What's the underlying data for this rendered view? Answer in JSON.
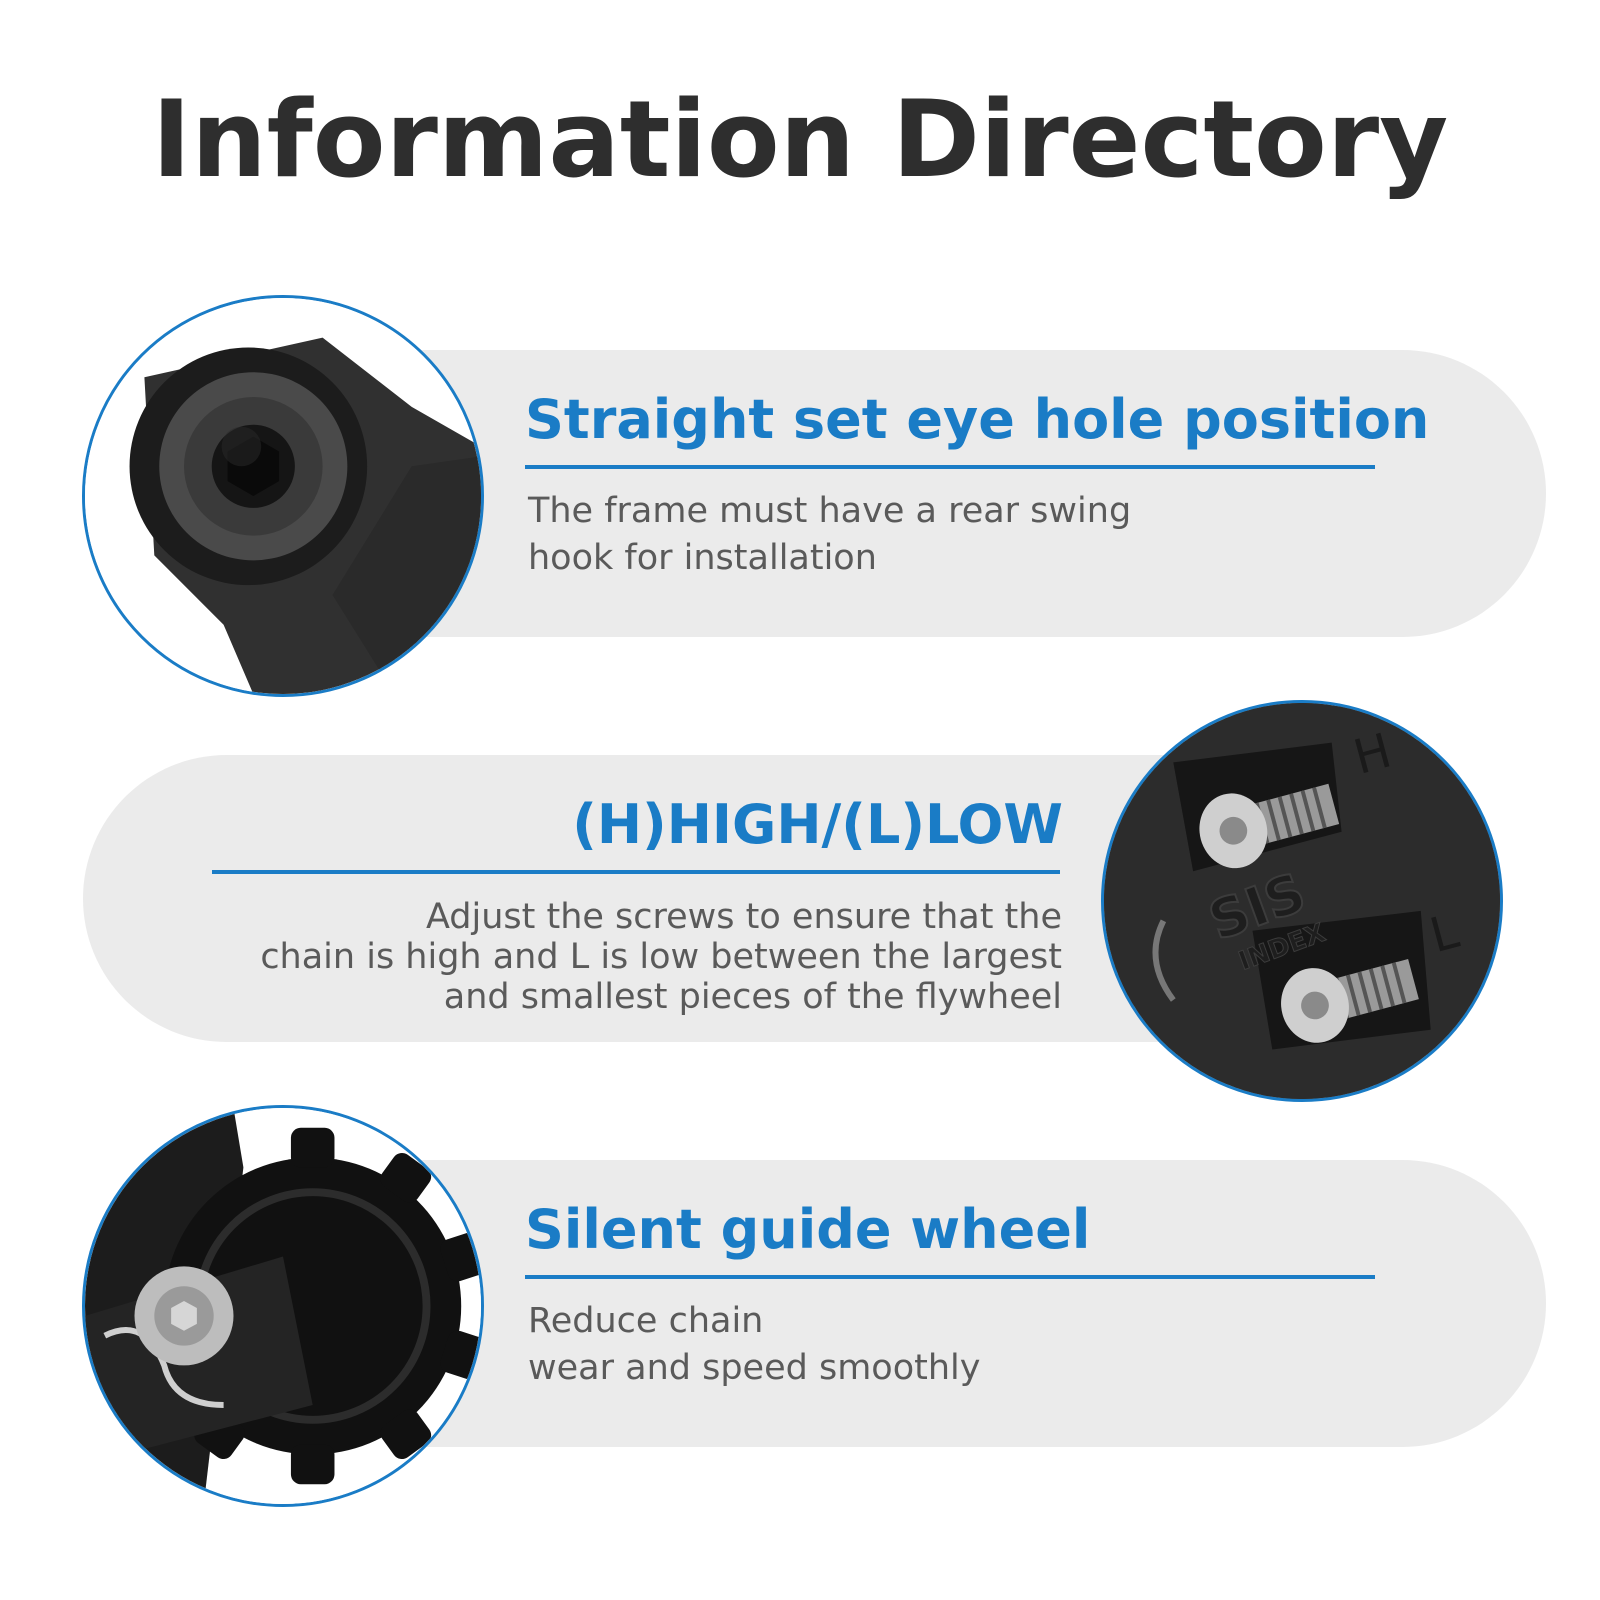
{
  "title": "Information Directory",
  "features": [
    {
      "title": "Straight set eye hole position",
      "description_lines": [
        "The frame must have a rear swing",
        "hook for installation"
      ],
      "icon": "eye-hole-bolt-photo"
    },
    {
      "title": "(H)HIGH/(L)LOW",
      "description_lines": [
        "Adjust the screws to ensure that the",
        "chain is high and L is low between the largest",
        "and smallest pieces of the flywheel"
      ],
      "icon": "limit-screws-photo",
      "photo_text": {
        "h": "H",
        "l": "L",
        "sis": "SIS",
        "index": "INDEX"
      }
    },
    {
      "title": "Silent guide wheel",
      "description_lines": [
        "Reduce chain",
        "wear and speed smoothly"
      ],
      "icon": "guide-pulley-photo"
    }
  ],
  "colors": {
    "accent": "#1a7cc6",
    "title": "#2e2e2e",
    "pill": "#ebebeb",
    "text": "#5a5a5a"
  }
}
